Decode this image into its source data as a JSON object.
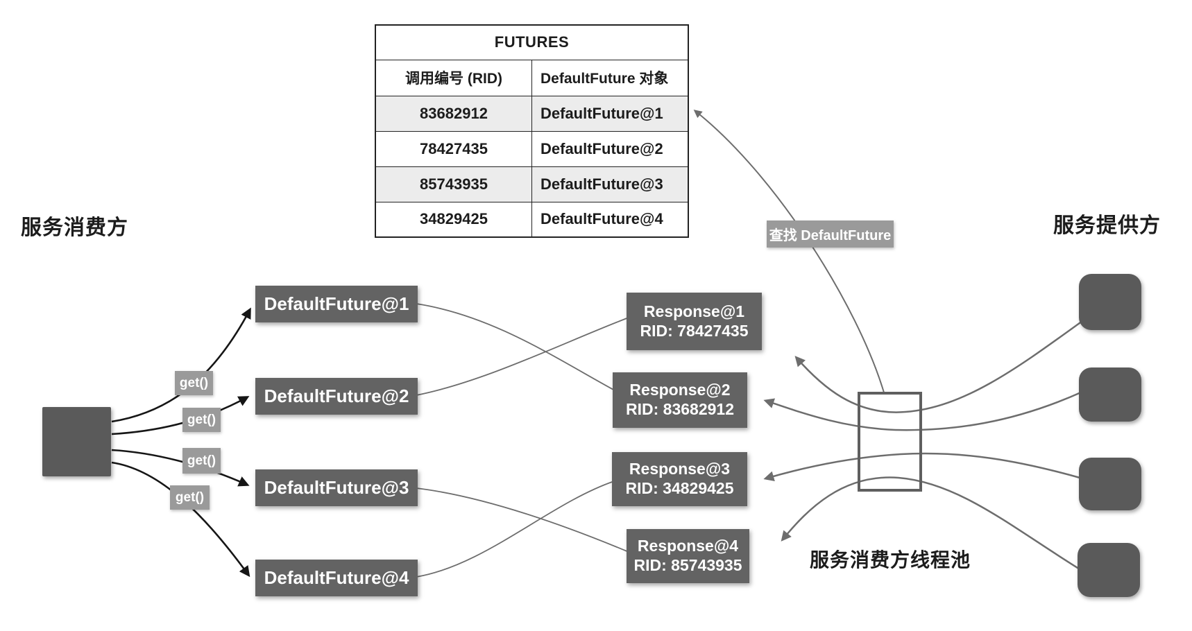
{
  "labels": {
    "consumer_side": "服务消费方",
    "provider_side": "服务提供方",
    "thread_pool_caption": "服务消费方线程池",
    "lookup_badge": "查找 DefaultFuture",
    "get_call": "get()"
  },
  "futures_table": {
    "title": "FUTURES",
    "columns": [
      "调用编号 (RID)",
      "DefaultFuture 对象"
    ],
    "rows": [
      {
        "rid": "83682912",
        "future": "DefaultFuture@1"
      },
      {
        "rid": "78427435",
        "future": "DefaultFuture@2"
      },
      {
        "rid": "85743935",
        "future": "DefaultFuture@3"
      },
      {
        "rid": "34829425",
        "future": "DefaultFuture@4"
      }
    ]
  },
  "future_boxes": [
    {
      "label": "DefaultFuture@1"
    },
    {
      "label": "DefaultFuture@2"
    },
    {
      "label": "DefaultFuture@3"
    },
    {
      "label": "DefaultFuture@4"
    }
  ],
  "response_boxes": [
    {
      "title": "Response@1",
      "rid": "RID: 78427435"
    },
    {
      "title": "Response@2",
      "rid": "RID: 83682912"
    },
    {
      "title": "Response@3",
      "rid": "RID: 34829425"
    },
    {
      "title": "Response@4",
      "rid": "RID: 85743935"
    }
  ],
  "colors": {
    "node-fill": "#636363",
    "square-fill": "#5a5a5a",
    "badge-fill": "#9a9a9a",
    "table-stripe": "#ececec",
    "line-gray": "#6d6d6d",
    "line-black": "#161616",
    "text-light": "#ffffff",
    "text-dark": "#1c1c1c"
  }
}
